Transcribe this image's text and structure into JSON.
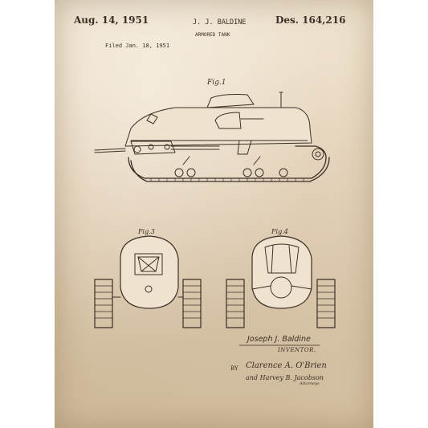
{
  "header": {
    "date": "Aug. 14, 1951",
    "inventor_name": "J. J. BALDINE",
    "title": "ARMORED TANK",
    "design_number": "Des. 164,216",
    "filed": "Filed Jan. 18, 1951"
  },
  "figures": {
    "fig1_label": "Fig.1",
    "fig3_label": "Fig.3",
    "fig4_label": "Fig.4"
  },
  "signature": {
    "inventor_signature": "Joseph J. Baldine",
    "inventor_label": "INVENTOR.",
    "by_label": "BY",
    "attorney_line1": "Clarence A. O'Brien",
    "attorney_line2": "and Harvey B. Jacobson",
    "attorneys_label": "Attorneys"
  },
  "colors": {
    "ink": "#3b2f26",
    "paper": "#ead9c0"
  }
}
